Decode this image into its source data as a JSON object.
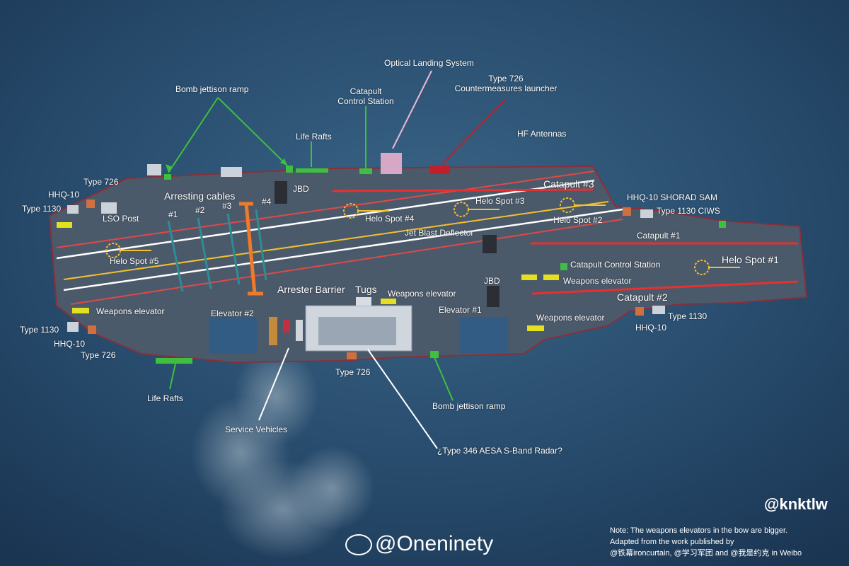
{
  "labels": {
    "optical_landing": "Optical Landing System",
    "type726_cm": "Type 726\nCountermeasures launcher",
    "bomb_ramp_top": "Bomb jettison ramp",
    "catapult_ctrl_top": "Catapult\nControl Station",
    "life_rafts_top": "Life Rafts",
    "hf_antennas": "HF Antennas",
    "type726_port": "Type 726",
    "hhq10_port": "HHQ-10",
    "type1130_port": "Type 1130",
    "lso_post": "LSO Post",
    "arresting_cables": "Arresting cables",
    "cable1": "#1",
    "cable2": "#2",
    "cable3": "#3",
    "cable4": "#4",
    "jbd_top": "JBD",
    "catapult3": "Catapult #3",
    "hhq10_shorad": "HHQ-10 SHORAD SAM",
    "type1130_ciws": "Type 1130 CIWS",
    "helo4": "Helo Spot #4",
    "helo3": "Helo Spot #3",
    "helo2": "Helo Spot #2",
    "catapult1": "Catapult #1",
    "jet_blast": "Jet Blast Deflector",
    "helo5": "Helo Spot #5",
    "catapult_ctrl_bow": "Catapult Control Station",
    "helo1": "Helo Spot #1",
    "weapons_elev_bow": "Weapons elevator",
    "arrester_barrier": "Arrester Barrier",
    "tugs": "Tugs",
    "weapons_elev_mid": "Weapons elevator",
    "jbd_bow": "JBD",
    "weapons_elev_stern": "Weapons elevator",
    "elevator2": "Elevator #2",
    "elevator1": "Elevator #1",
    "catapult2": "Catapult #2",
    "weapons_elev_stbd": "Weapons elevator",
    "type1130_stern_stbd": "Type 1130",
    "type1130_bow_stbd": "Type 1130",
    "hhq10_stern_stbd": "HHQ-10",
    "hhq10_bow_stbd": "HHQ-10",
    "type726_stern_stbd": "Type 726",
    "type726_island": "Type 726",
    "life_rafts_bottom": "Life Rafts",
    "bomb_ramp_bottom": "Bomb jettison ramp",
    "service_vehicles": "Service Vehicles",
    "radar": "¿Type 346 AESA S-Band Radar?"
  },
  "credits": {
    "handle": "@knktlw",
    "watermark": "@Oneninety",
    "note_line1": "Note: The weapons elevators in the bow are bigger.",
    "note_line2": "Adapted from the work published by",
    "note_line3": "@铁幕ironcurtain, @学习军团 and @我是约克 in Weibo"
  },
  "colors": {
    "sea": "#2b4f70",
    "deck": "#4b5a6b",
    "pointer_green": "#3fbf3f",
    "pointer_pink": "#f0b8d8",
    "pointer_red": "#c0202a",
    "pointer_white": "#ffffff",
    "catapult_line": "#e83030",
    "helo_yellow": "#f2c12e",
    "barrier_orange": "#ee7a2a",
    "cable_teal": "#2e8c95"
  }
}
